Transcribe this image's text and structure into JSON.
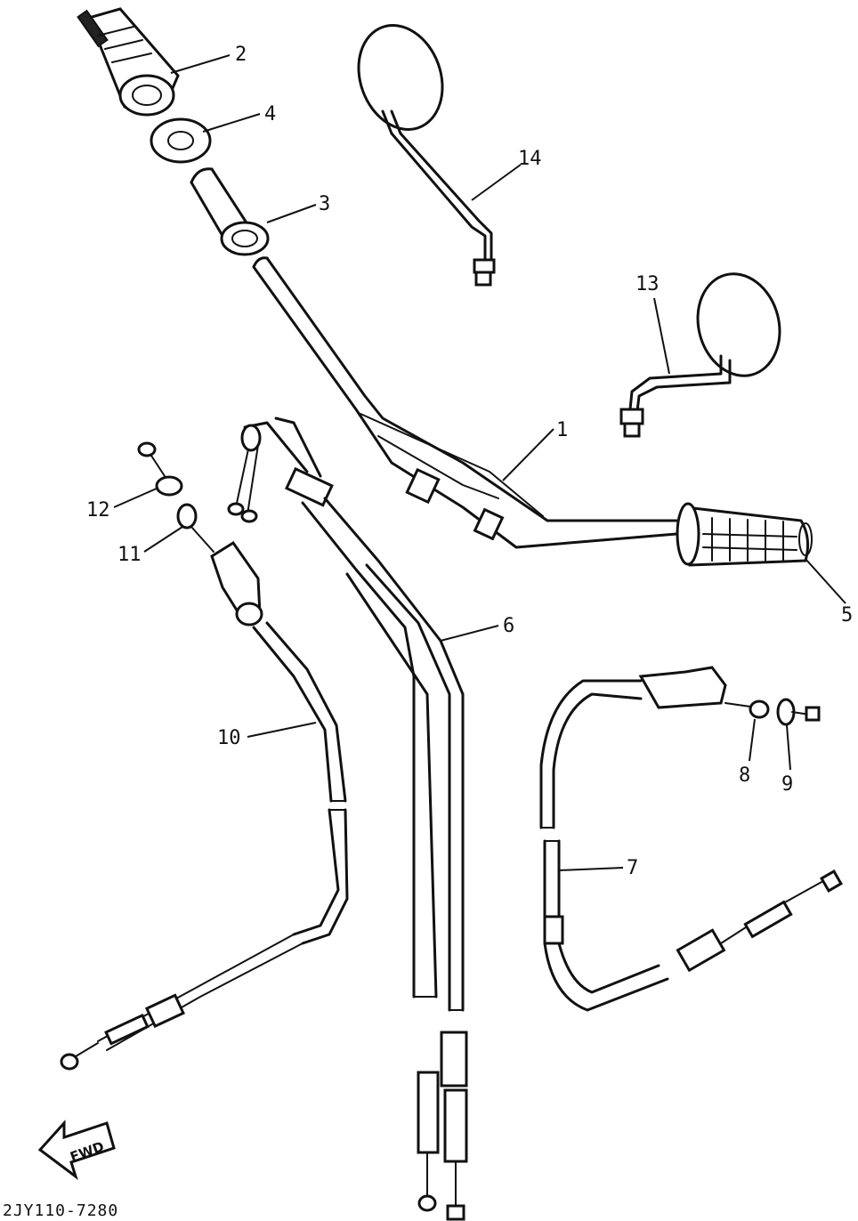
{
  "callouts": {
    "c1": "1",
    "c2": "2",
    "c3": "3",
    "c4": "4",
    "c5": "5",
    "c6": "6",
    "c7": "7",
    "c8": "8",
    "c9": "9",
    "c10": "10",
    "c11": "11",
    "c12": "12",
    "c13": "13",
    "c14": "14"
  },
  "direction_label": "FWD",
  "drawing_code": "2JY110-7280"
}
